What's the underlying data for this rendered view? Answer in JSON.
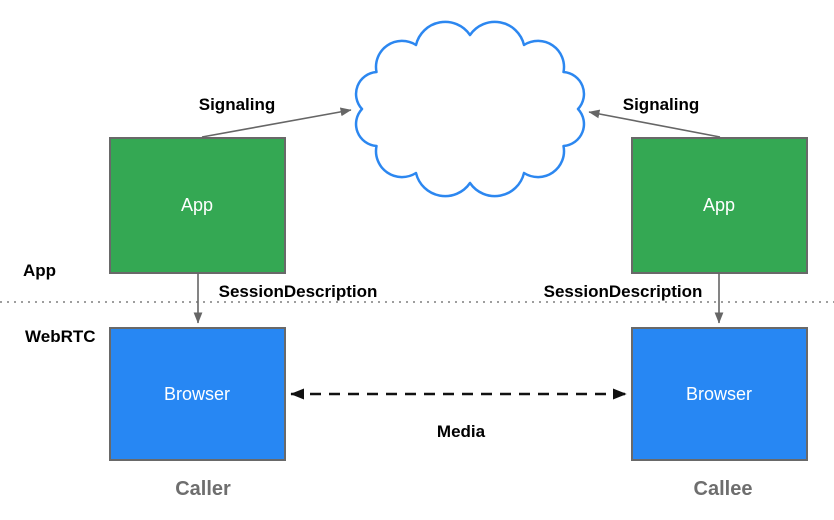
{
  "diagram": {
    "layers": {
      "app_label": "App",
      "webrtc_label": "WebRTC"
    },
    "caller": {
      "app_box_label": "App",
      "browser_box_label": "Browser",
      "signaling_label": "Signaling",
      "session_description_label": "SessionDescription",
      "role_label": "Caller"
    },
    "callee": {
      "app_box_label": "App",
      "browser_box_label": "Browser",
      "signaling_label": "Signaling",
      "session_description_label": "SessionDescription",
      "role_label": "Callee"
    },
    "media_label": "Media",
    "colors": {
      "app_box_fill": "#34A853",
      "browser_box_fill": "#2787F3",
      "box_border": "#696969",
      "box_text": "#FFFFFF",
      "cloud_stroke": "#2C87F0",
      "cloud_fill": "#FFFFFF",
      "arrow_gray": "#666666",
      "media_arrow_black": "#111111",
      "divider_gray": "#909090",
      "label_black": "#000000",
      "role_label_gray": "#6E6E6E"
    }
  }
}
